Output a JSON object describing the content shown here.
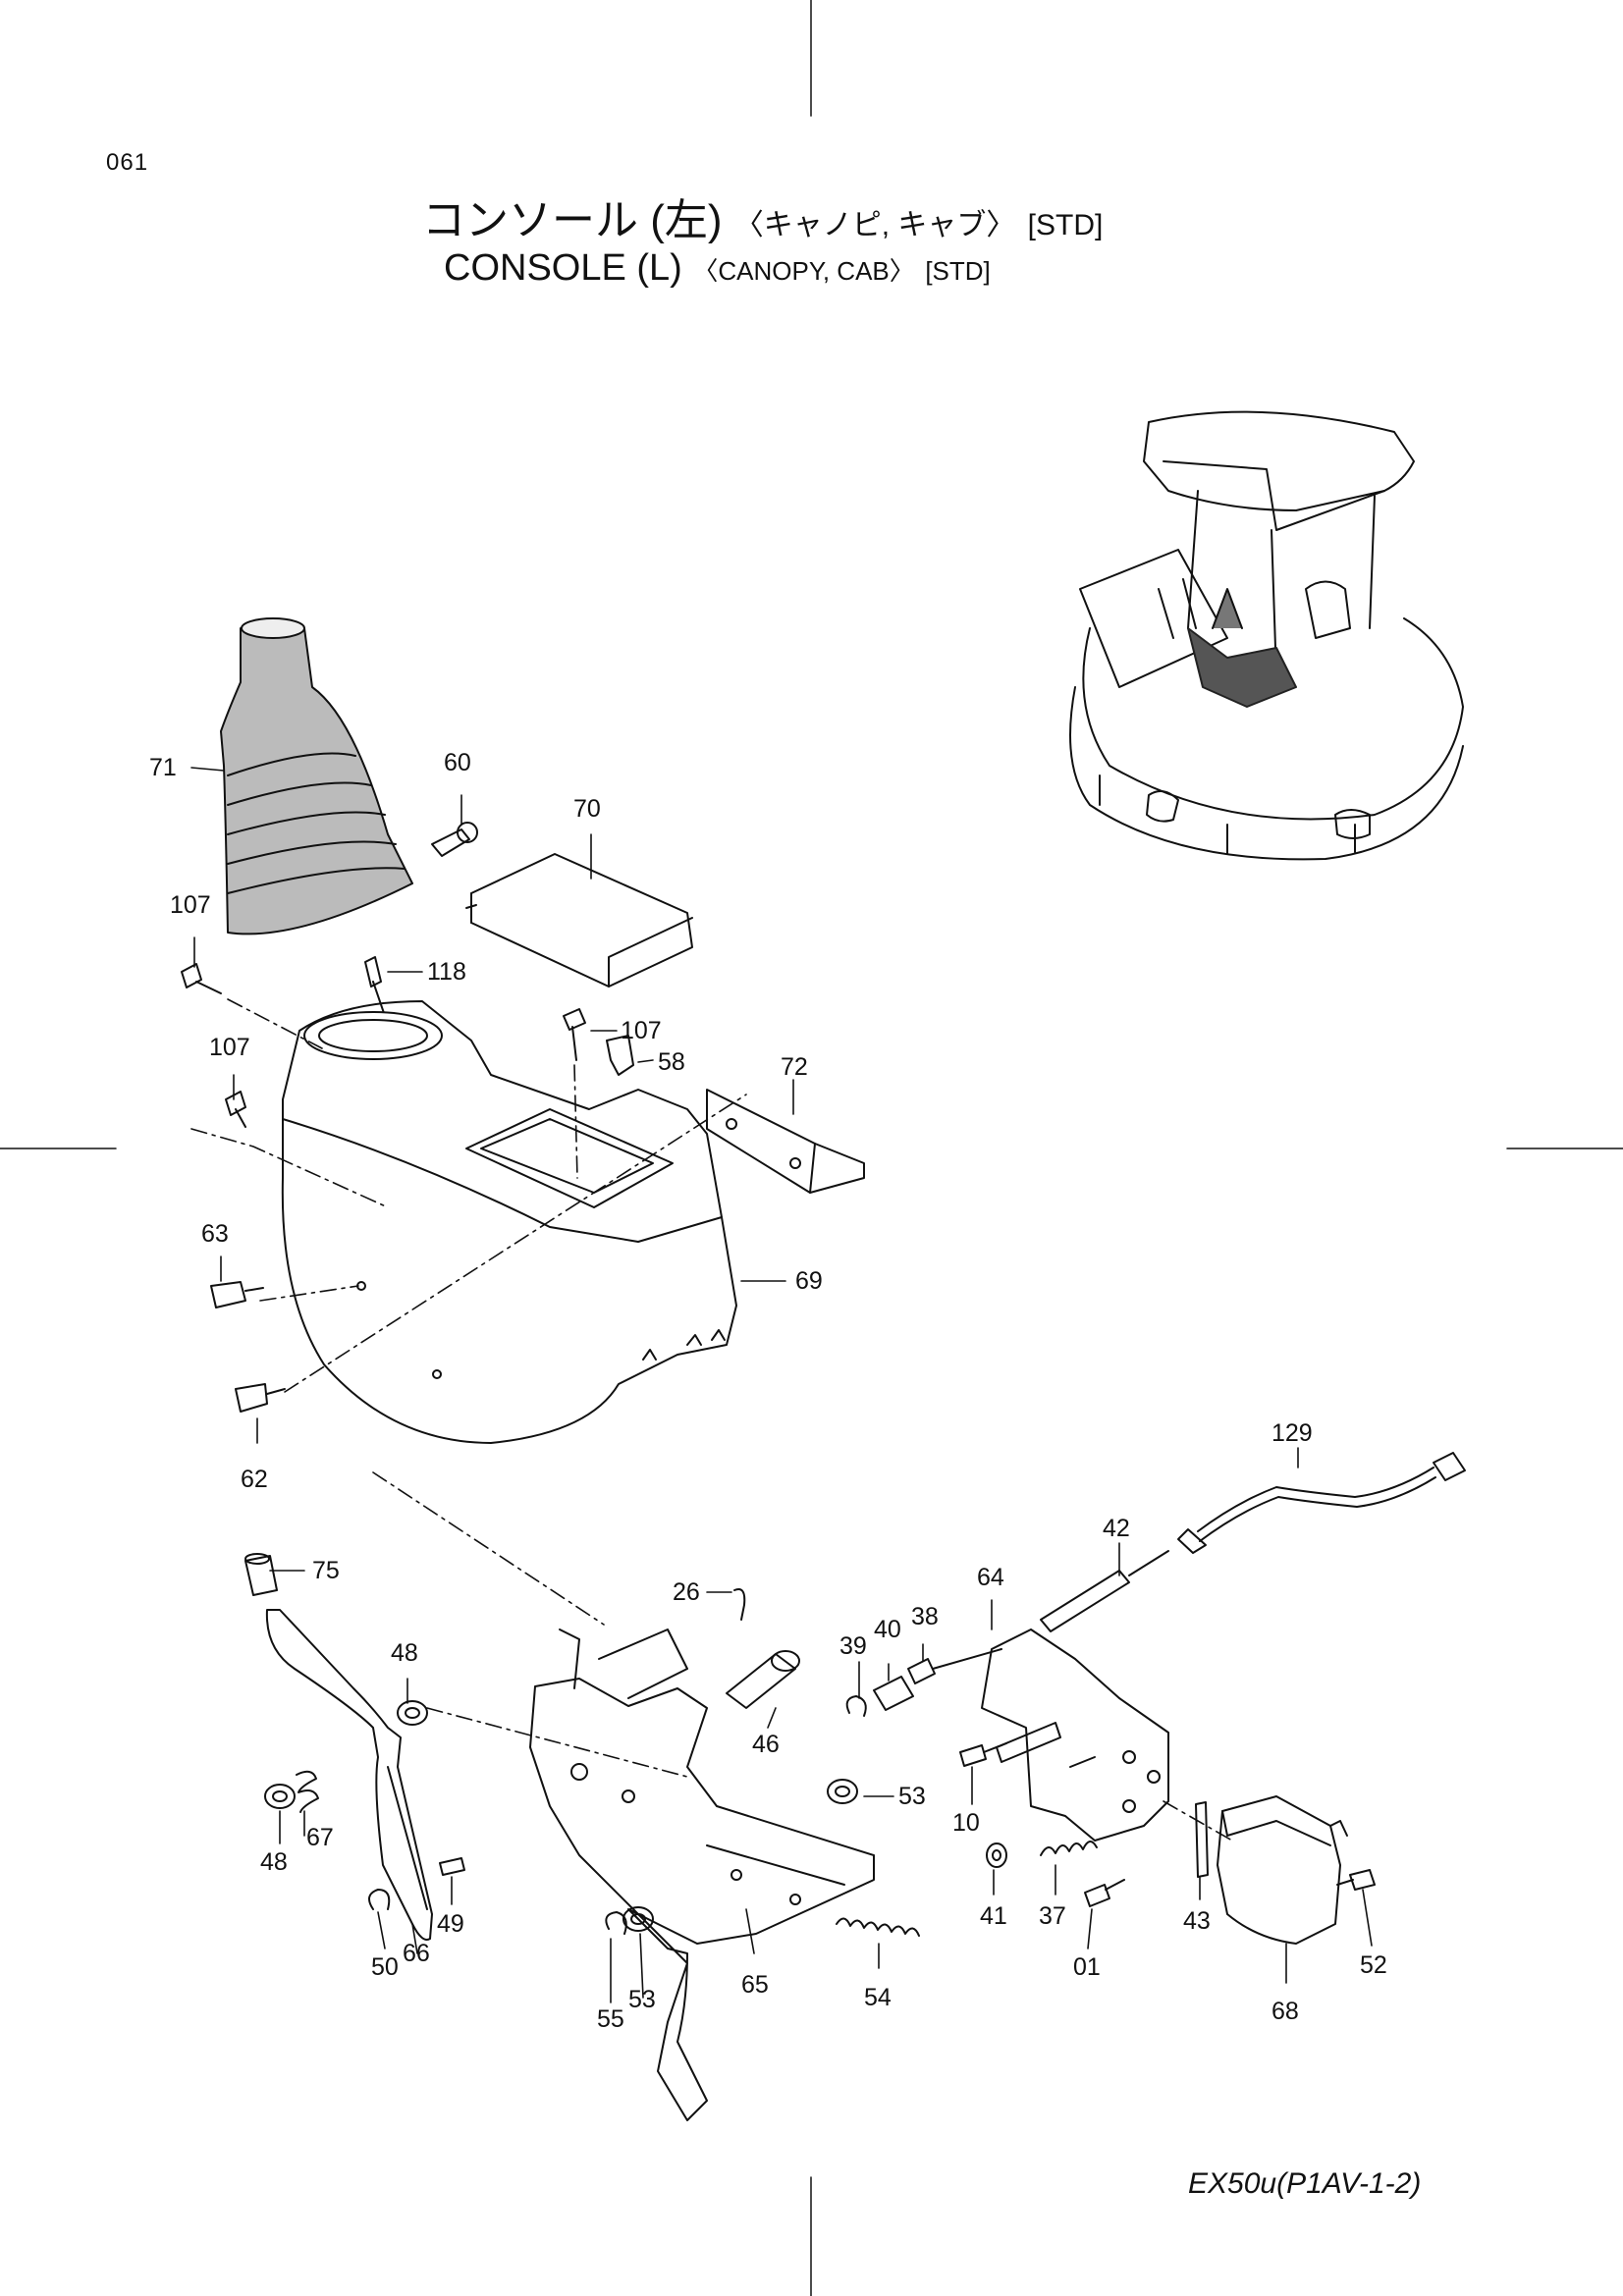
{
  "page_number": "061",
  "title_jp": {
    "main": "コンソール (左)",
    "variant": "〈キャノピ, キャブ〉",
    "spec": "[STD]"
  },
  "title_en": {
    "main": "CONSOLE (L)",
    "variant": "〈CANOPY, CAB〉",
    "spec": "[STD]"
  },
  "footer_model_code": "EX50u(P1AV-1-2)",
  "callouts": [
    "71",
    "60",
    "70",
    "107",
    "118",
    "107",
    "58",
    "107",
    "72",
    "63",
    "69",
    "62",
    "129",
    "75",
    "42",
    "64",
    "48",
    "26",
    "39",
    "40",
    "38",
    "46",
    "53",
    "10",
    "48",
    "67",
    "41",
    "37",
    "43",
    "52",
    "01",
    "49",
    "50",
    "66",
    "55",
    "53",
    "65",
    "54",
    "68"
  ]
}
